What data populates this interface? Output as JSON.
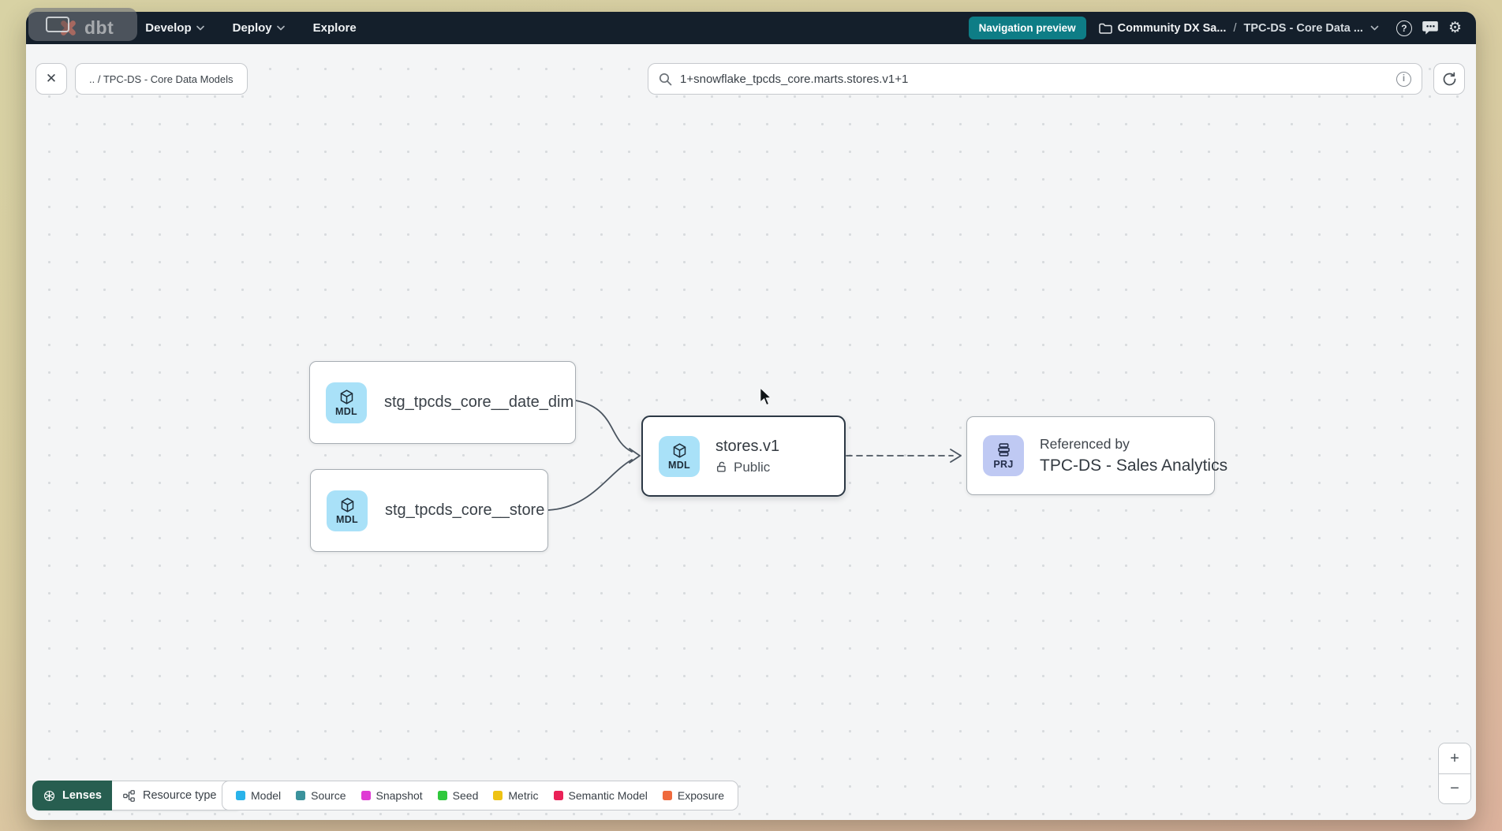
{
  "navbar": {
    "logo_text": "dbt",
    "menu_items": [
      {
        "label": "Develop"
      },
      {
        "label": "Deploy"
      },
      {
        "label": "Explore"
      }
    ],
    "nav_preview_label": "Navigation preview",
    "breadcrumb": {
      "project": "Community DX Sa...",
      "separator": "/",
      "current": "TPC-DS - Core Data ..."
    },
    "help_glyph": "?",
    "gear_glyph": "⚙"
  },
  "toolbar": {
    "close_glyph": "✕",
    "path_chip": ".. / TPC-DS - Core Data Models",
    "search_value": "1+snowflake_tpcds_core.marts.stores.v1+1",
    "info_glyph": "i"
  },
  "graph": {
    "nodes": [
      {
        "badge": "MDL",
        "label": "stg_tpcds_core__date_dim"
      },
      {
        "badge": "MDL",
        "label": "stg_tpcds_core__store"
      },
      {
        "badge": "MDL",
        "label": "stores.v1",
        "access": "Public"
      },
      {
        "badge": "PRJ",
        "caption": "Referenced by",
        "label": "TPC-DS - Sales Analytics"
      }
    ]
  },
  "footer": {
    "lenses_label": "Lenses",
    "resource_type_label": "Resource type",
    "legend": [
      {
        "label": "Model",
        "color": "#2ab3ea"
      },
      {
        "label": "Source",
        "color": "#3b929c"
      },
      {
        "label": "Snapshot",
        "color": "#df3ad4"
      },
      {
        "label": "Seed",
        "color": "#30c83c"
      },
      {
        "label": "Metric",
        "color": "#eec213"
      },
      {
        "label": "Semantic Model",
        "color": "#ea2157"
      },
      {
        "label": "Exposure",
        "color": "#ef6a3d"
      }
    ],
    "zoom_in": "+",
    "zoom_out": "−"
  }
}
